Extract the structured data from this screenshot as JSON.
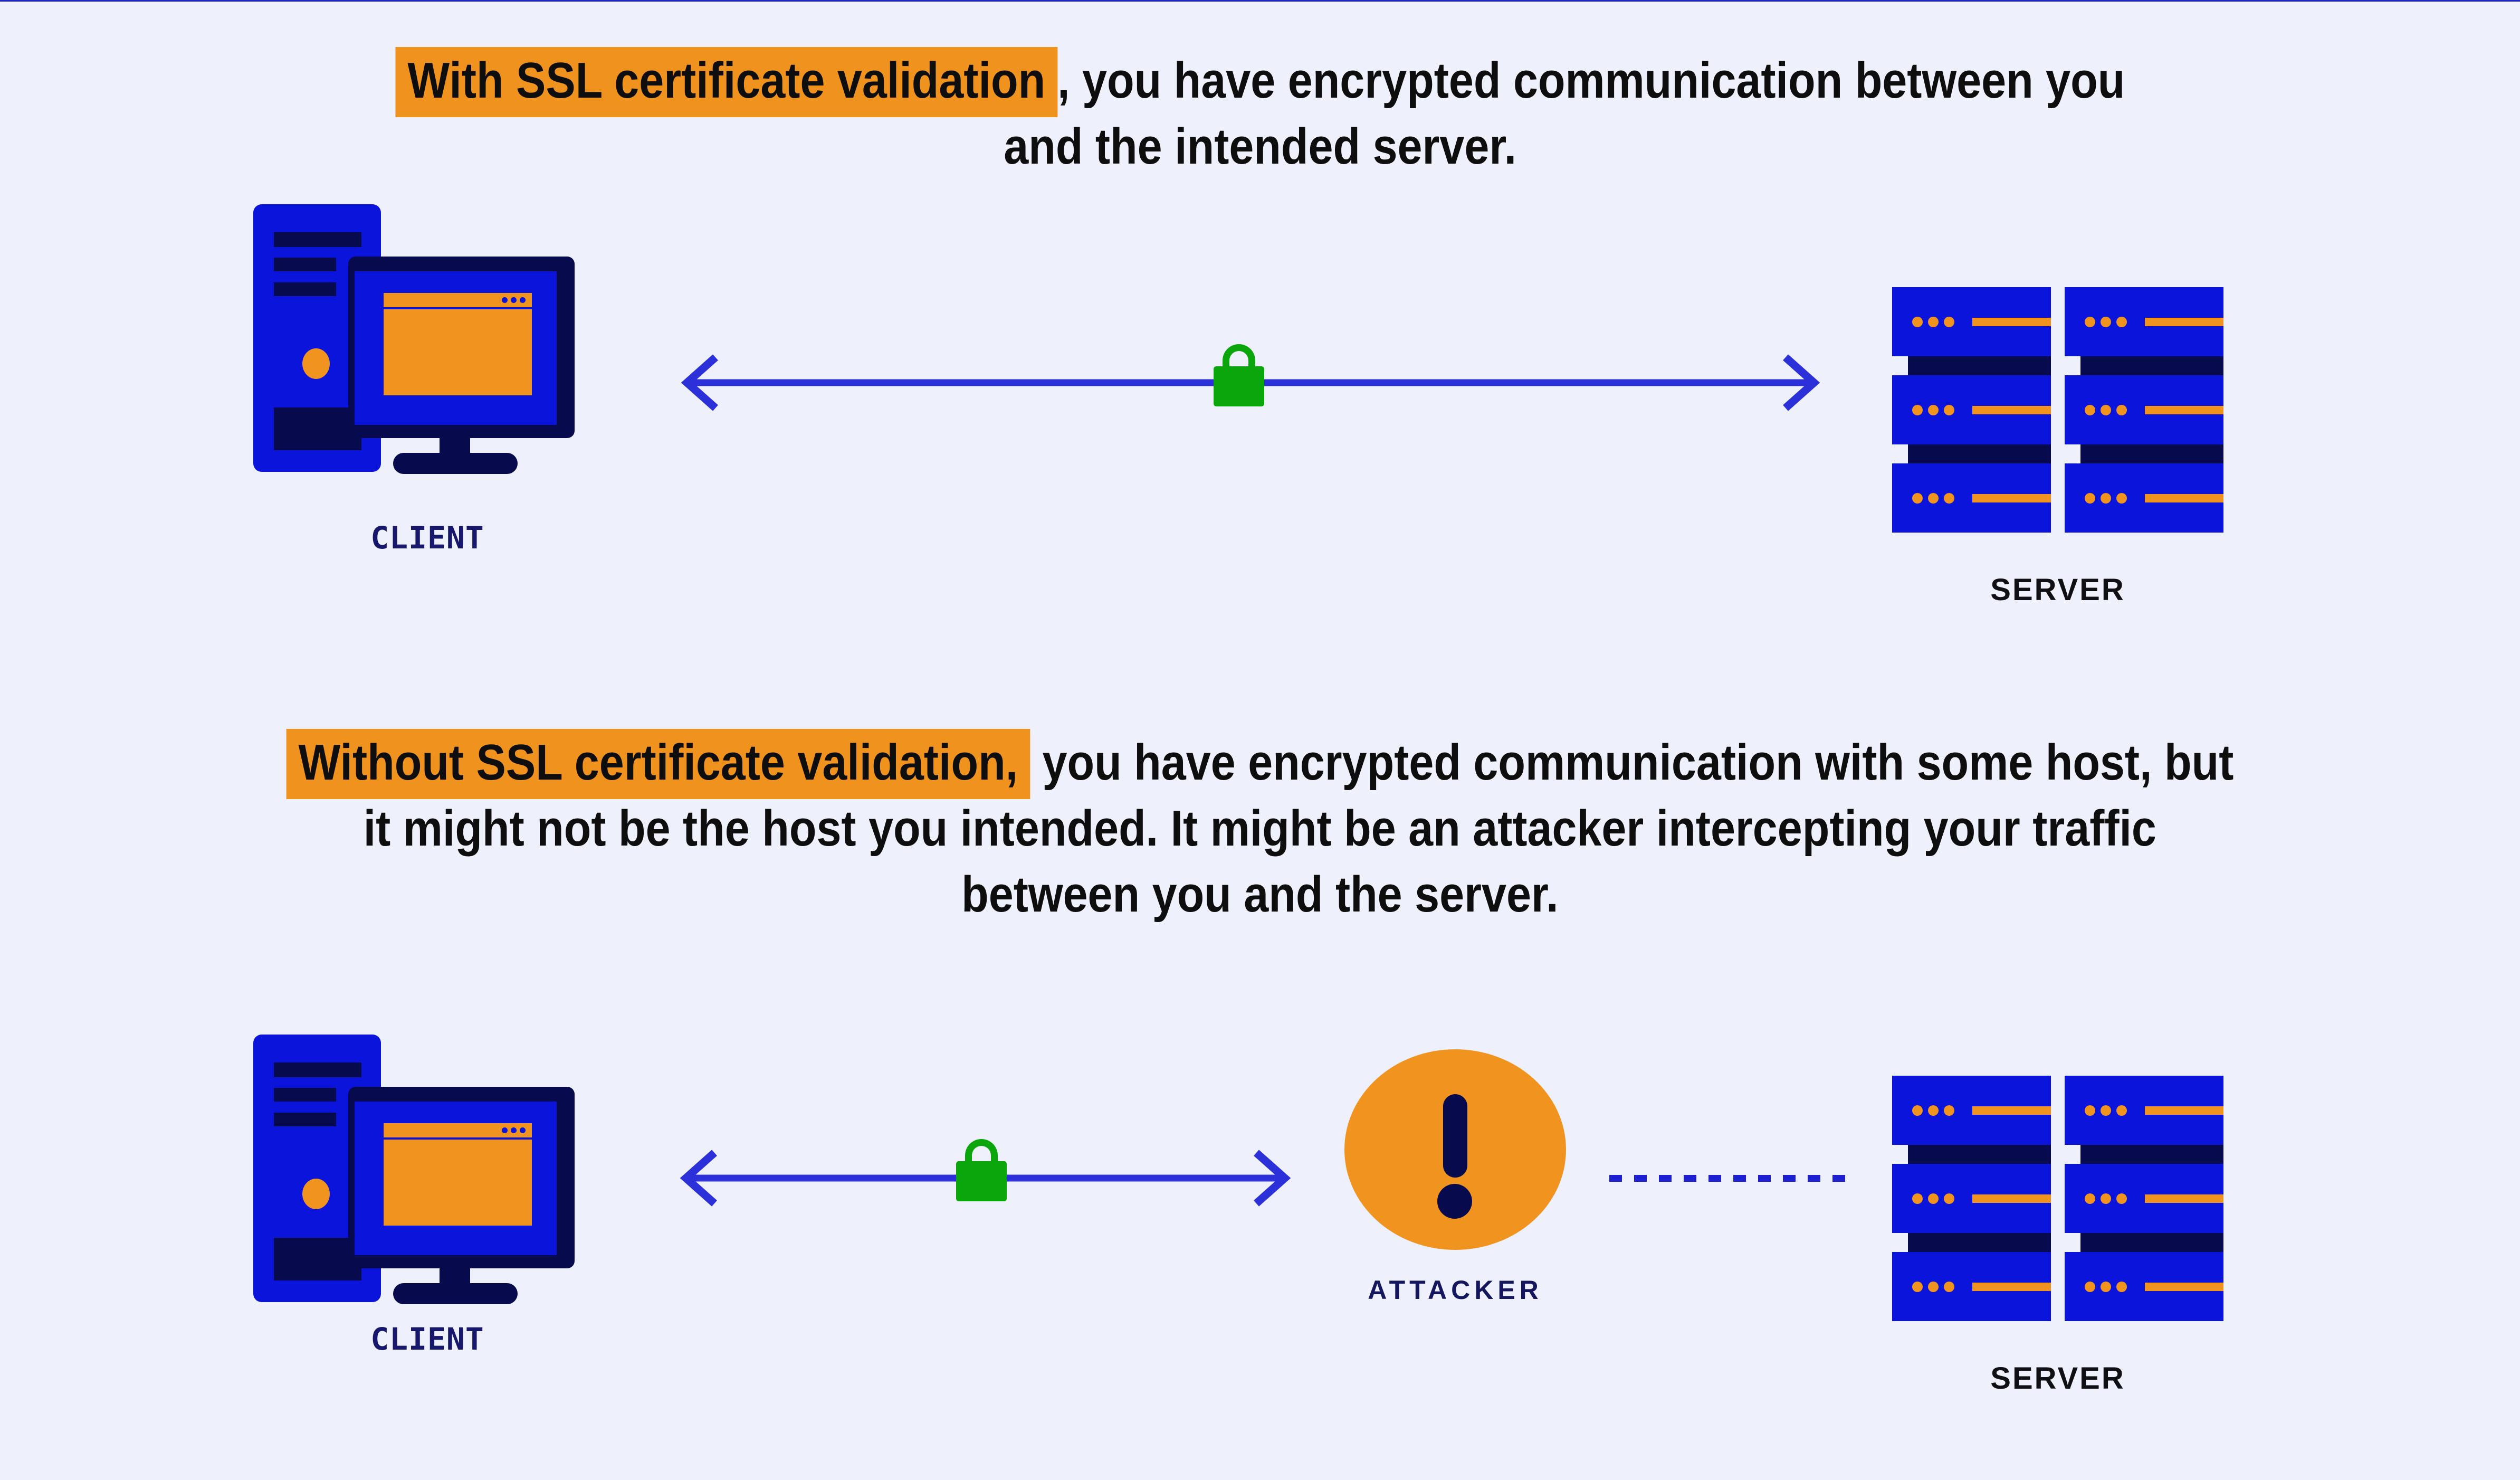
{
  "colors": {
    "background": "#EEF0FB",
    "icon_blue": "#0A14DB",
    "navy": "#070A4C",
    "orange": "#F1931F",
    "highlight_orange": "#F0921E",
    "lock_green": "#0BA60C",
    "arrow_blue": "#2B30D8",
    "divider_blue": "#2323CE",
    "heading_text": "#0E0E0E",
    "client_label_color": "#17186B",
    "server_label_color": "#0F0F14",
    "attacker_label_color": "#15175E"
  },
  "top_panel": {
    "heading_highlight": "With SSL certificate validation",
    "heading_rest": ", you have encrypted communication between you",
    "heading_line2": "and the intended server.",
    "client_label": "CLIENT",
    "server_label": "SERVER"
  },
  "bottom_panel": {
    "heading_highlight": "Without SSL certificate validation,",
    "heading_rest": " you have encrypted communication with some host, but",
    "heading_line2": "it might not be the host you intended. It might be an attacker intercepting your traffic",
    "heading_line3": "between you and the server.",
    "client_label": "CLIENT",
    "attacker_label": "ATTACKER",
    "server_label": "SERVER"
  }
}
